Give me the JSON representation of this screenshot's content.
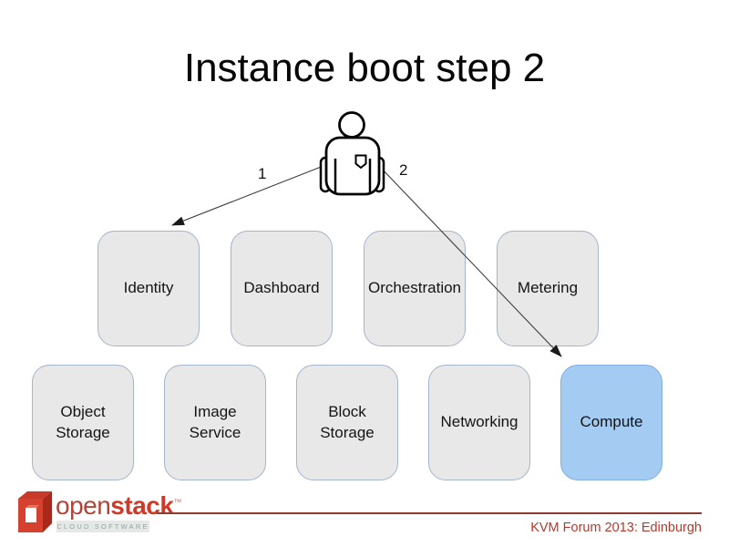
{
  "slide": {
    "title": "Instance boot step 2",
    "diagram": {
      "actor": "user-figure",
      "arrows": [
        {
          "label": "1",
          "from": "user",
          "to": "Identity"
        },
        {
          "label": "2",
          "from": "user",
          "to": "Compute"
        }
      ],
      "top_row": [
        "Identity",
        "Dashboard",
        "Orchestration",
        "Metering"
      ],
      "bottom_row": [
        "Object\nStorage",
        "Image\nService",
        "Block\nStorage",
        "Networking",
        "Compute"
      ],
      "highlighted_box": "Compute"
    },
    "footer": {
      "logo_word_open": "open",
      "logo_word_stack": "stack",
      "logo_tm": "™",
      "logo_tagline": "CLOUD SOFTWARE",
      "credit": "KVM Forum 2013: Edinburgh"
    },
    "colors": {
      "box_fill": "#e8e8e8",
      "box_border": "#a5b5cc",
      "highlight_fill": "#a4cbf2",
      "highlight_border": "#7fafe0",
      "brand_red": "#cf3a28",
      "footer_line": "#8e3a33",
      "credit_red": "#b5392c"
    }
  }
}
